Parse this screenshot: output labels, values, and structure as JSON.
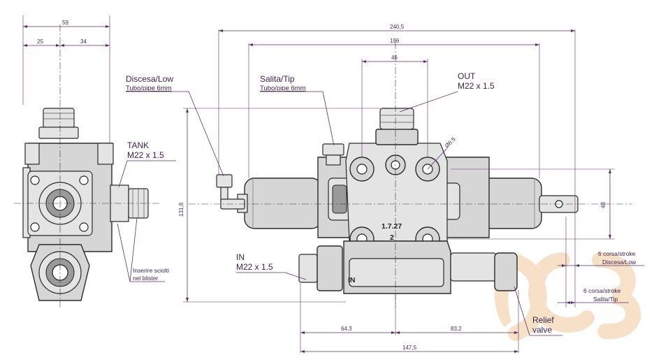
{
  "dimensions": {
    "side_total": "59",
    "side_left": "25",
    "side_right": "34",
    "overall_width": "240,5",
    "spool_width": "196",
    "port_spacing": "46",
    "hole_diameter": "Ø8.5",
    "height": "131,8",
    "out_to_axis": "48",
    "in_left": "64,3",
    "in_right": "83,2",
    "base_width": "147,5"
  },
  "labels": {
    "discesa_title": "Discesa/Low",
    "discesa_sub": "Tubo/pipe 6mm",
    "salita_title": "Salita/Tip",
    "salita_sub": "Tubo/pipe 6mm",
    "out_title": "OUT",
    "out_sub": "M22 x 1.5",
    "tank_title": "TANK",
    "tank_sub": "M22 x 1.5",
    "in_title": "IN",
    "in_sub": "M22 x 1.5",
    "blister_line1": "Inserire sciolti",
    "blister_line2": "nel blister",
    "stroke_low_top": "6 corsa/stroke",
    "stroke_low_bottom": "Discesa/Low",
    "stroke_tip_top": "6 corsa/stroke",
    "stroke_tip_bottom": "Salita/Tip",
    "relief_line1": "Relief",
    "relief_line2": "valve",
    "part_number": "1.7.27",
    "part_sub": "2",
    "body_marking": "IN"
  },
  "watermark": "ycb",
  "colors": {
    "dimension_line": "#5b2f66",
    "watermark": "#f0c89a"
  }
}
